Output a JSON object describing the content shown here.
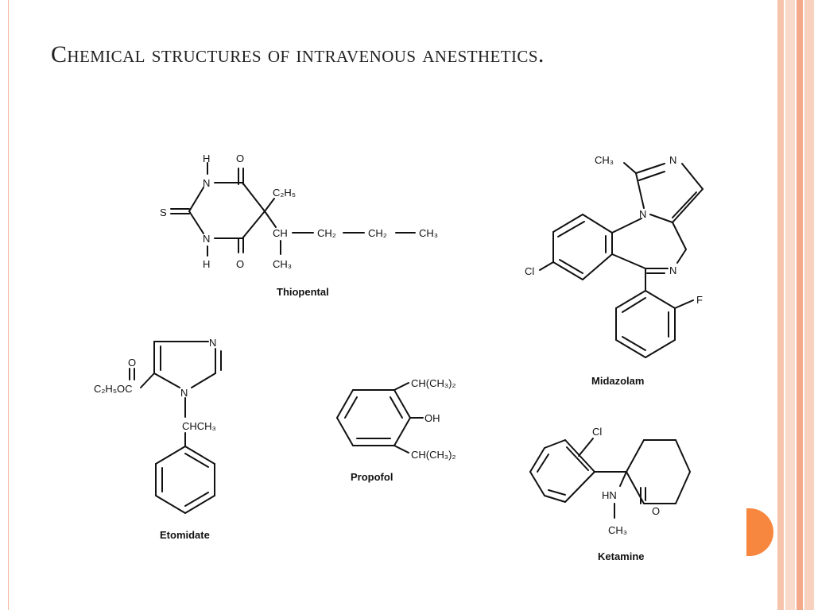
{
  "slide": {
    "title": "Chemical structures of intravenous anesthetics."
  },
  "colors": {
    "accent": "#f7873f",
    "frame": "#f4b7a0",
    "stripes": [
      "#f6c3ac",
      "#f9d9c9",
      "#f4a989",
      "#f9d2bf"
    ]
  },
  "molecules": {
    "thiopental": {
      "name": "Thiopental",
      "atoms": {
        "h_top": "H",
        "n_top": "N",
        "o_top": "O",
        "s": "S",
        "n_bot": "N",
        "h_bot": "H",
        "o_bot": "O",
        "c2h5": "C₂H₅",
        "ch": "CH",
        "ch2_1": "CH₂",
        "ch2_2": "CH₂",
        "ch3_end": "CH₃",
        "ch3_down": "CH₃"
      }
    },
    "midazolam": {
      "name": "Midazolam",
      "atoms": {
        "ch3": "CH₃",
        "n_top": "N",
        "n_ring": "N",
        "cl": "Cl",
        "n_azepine": "N",
        "f": "F"
      }
    },
    "etomidate": {
      "name": "Etomidate",
      "atoms": {
        "o": "O",
        "ester": "C₂H₅OC",
        "n_top": "N",
        "n_ring": "N",
        "chch3": "CHCH₃"
      }
    },
    "propofol": {
      "name": "Propofol",
      "atoms": {
        "iso_top": "CH(CH₃)₂",
        "oh": "OH",
        "iso_bot": "CH(CH₃)₂"
      }
    },
    "ketamine": {
      "name": "Ketamine",
      "atoms": {
        "cl": "Cl",
        "hn": "HN",
        "o": "O",
        "ch3": "CH₃"
      }
    }
  }
}
